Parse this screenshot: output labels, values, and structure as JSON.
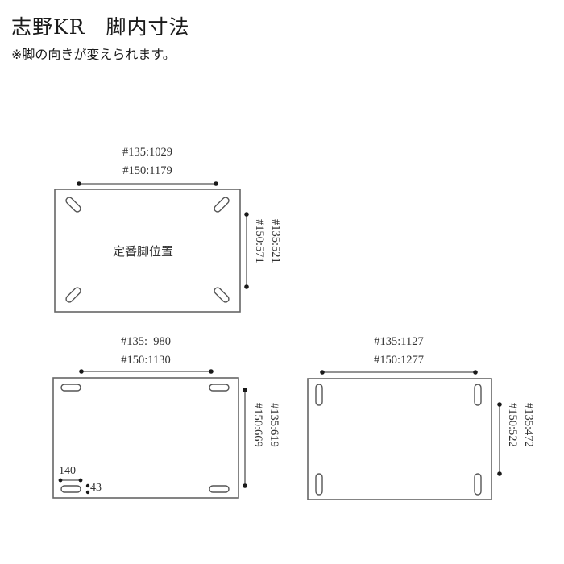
{
  "header": {
    "title": "志野KR　脚内寸法",
    "note": "※脚の向きが変えられます。"
  },
  "diagrams": [
    {
      "name": "standard-leg-position",
      "center_label": "定番脚位置",
      "width_label": "#135:1029\n#150:1179",
      "depth_label": "#135:521\n#150:571",
      "slot_orientation": "diagonal"
    },
    {
      "name": "horizontal-leg-position",
      "width_label": "#135:  980\n#150:1130",
      "depth_label": "#135:619\n#150:669",
      "slot_orientation": "horizontal",
      "slot_width_label": "140",
      "slot_height_label": "43"
    },
    {
      "name": "vertical-leg-position",
      "width_label": "#135:1127\n#150:1277",
      "depth_label": "#135:472\n#150:522",
      "slot_orientation": "vertical"
    }
  ],
  "colors": {
    "line": "#555555",
    "dot": "#1a1a1a",
    "text": "#222222"
  }
}
